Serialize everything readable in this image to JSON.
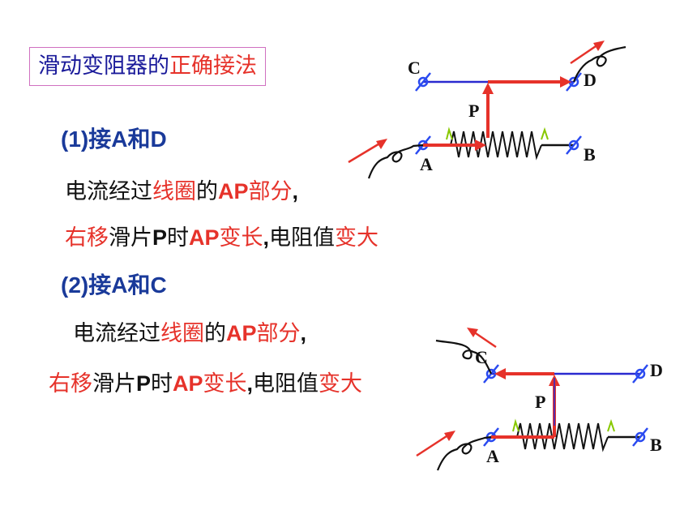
{
  "title": {
    "part1": "滑动变阻器的",
    "part2": "正确接法"
  },
  "section1": {
    "heading": "(1)接A和D",
    "line1": {
      "a": "电流经过",
      "b": "线圈",
      "c": "的",
      "d": "AP",
      "e": "部分",
      "f": ","
    },
    "line2": {
      "a": "右移",
      "b": "滑片",
      "c": "P",
      "d": "时",
      "e": "AP",
      "f": "变长",
      "g": ",",
      "h": "电阻值",
      "i": "变大"
    }
  },
  "section2": {
    "heading": "(2)接A和C",
    "line1": {
      "a": "电流经过",
      "b": "线圈",
      "c": "的",
      "d": "AP",
      "e": "部分",
      "f": ","
    },
    "line2": {
      "a": "右移",
      "b": "滑片",
      "c": "P",
      "d": "时",
      "e": "AP",
      "f": "变长",
      "g": ",",
      "h": "电阻值",
      "i": "变大"
    }
  },
  "diagram1": {
    "labels": {
      "c": "C",
      "d": "D",
      "p": "P",
      "a": "A",
      "b": "B"
    }
  },
  "diagram2": {
    "labels": {
      "c": "C",
      "d": "D",
      "p": "P",
      "a": "A",
      "b": "B"
    }
  },
  "colors": {
    "current": "#e6322a",
    "rail": "#2a2ad0",
    "terminal": "#2a4af0",
    "wire": "#111111",
    "slider_tip": "#88c800"
  }
}
